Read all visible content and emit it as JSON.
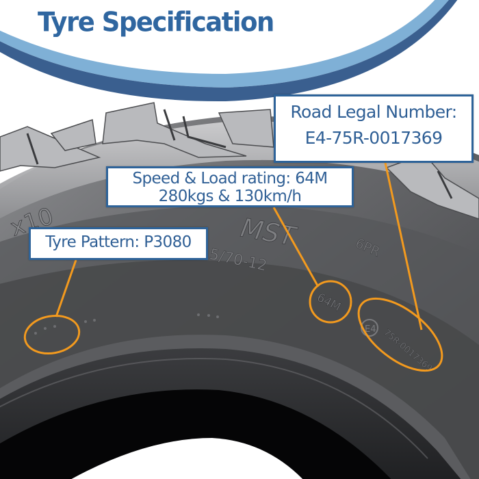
{
  "header": {
    "title": "Tyre Specification"
  },
  "callouts": {
    "road_legal": {
      "label": "Road Legal Number:",
      "value": "E4-75R-0017369"
    },
    "speed_load": {
      "label": "Speed & Load rating: 64M",
      "value": "280kgs & 130km/h"
    },
    "pattern": {
      "label": "Tyre Pattern: P3080"
    }
  },
  "sidewall_markings": {
    "size_fragment": "5/70-12",
    "brand": "MST",
    "ply_rating": "6PR",
    "speed_load_code": "64M",
    "e_mark": "E4",
    "approval_number": "75R-0017369",
    "size_prefix": "x10"
  },
  "colors": {
    "title_blue": "#2f66a0",
    "swoosh_dark": "#3a5f8f",
    "swoosh_light": "#7fb0d6",
    "callout_border": "#2e6399",
    "callout_text": "#2f5f95",
    "highlight_orange": "#f39a1e",
    "tyre_grey": "#4a4b4e"
  }
}
